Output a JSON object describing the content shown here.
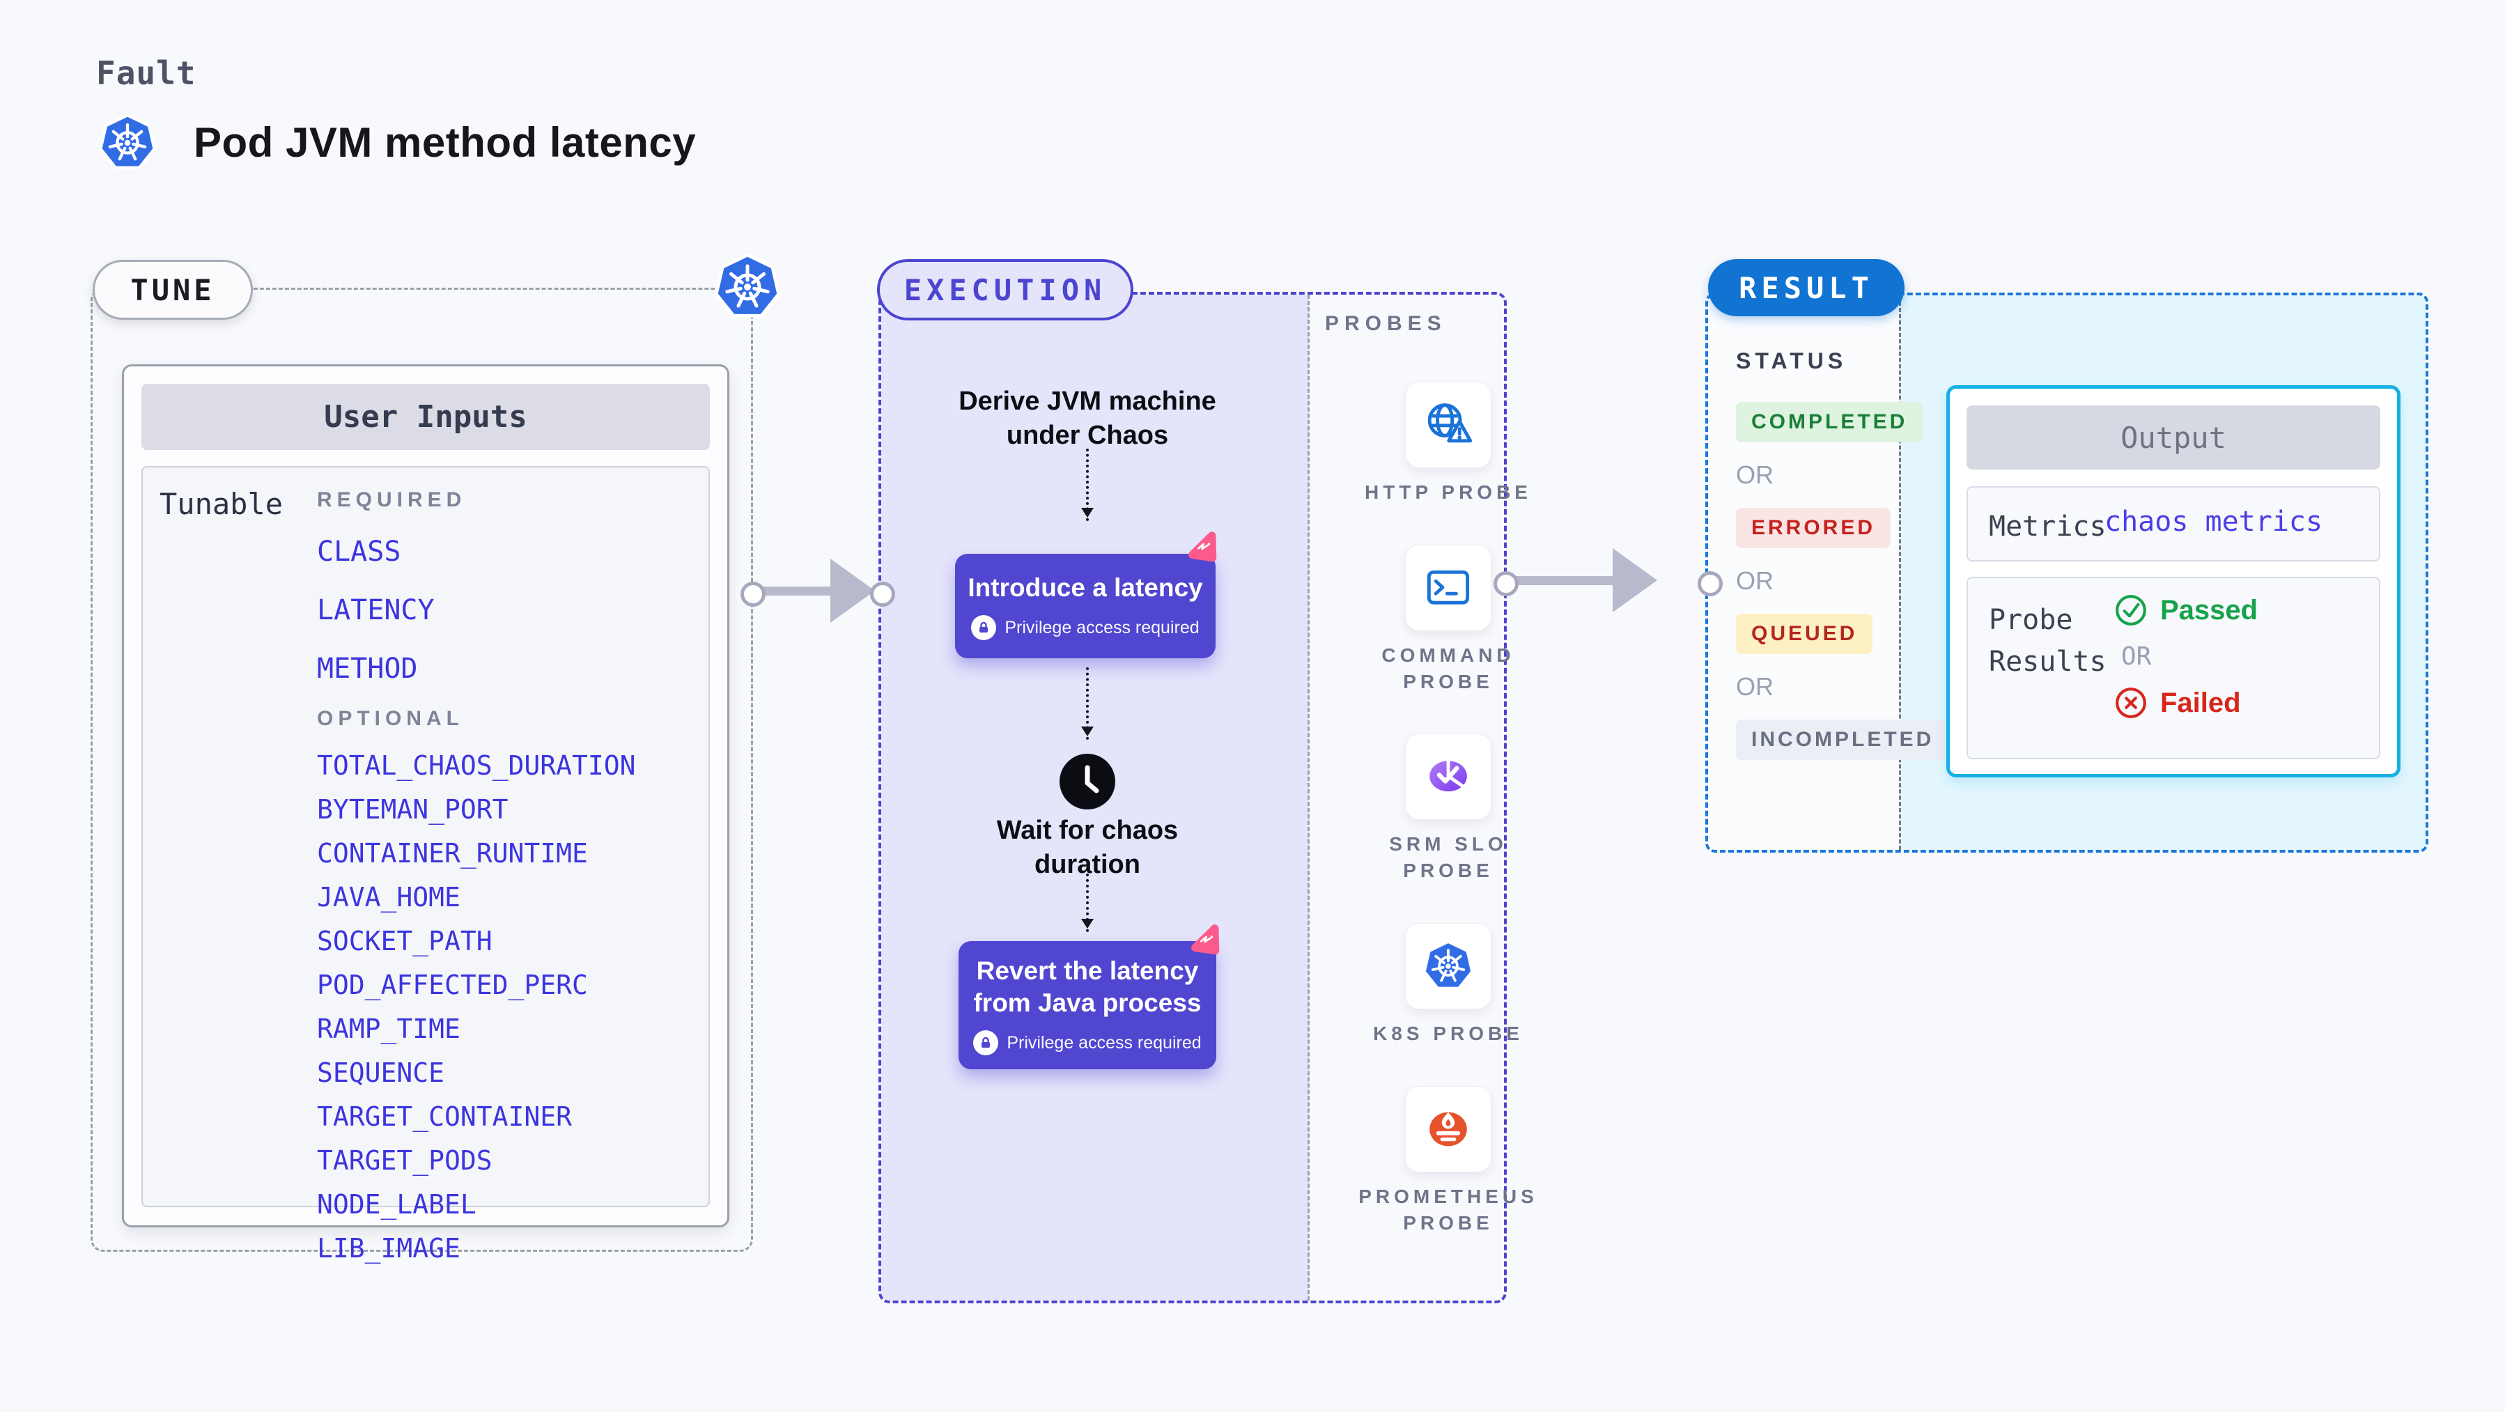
{
  "header": {
    "eyebrow": "Fault",
    "title": "Pod JVM method latency"
  },
  "tune": {
    "pill": "TUNE",
    "card_title": "User Inputs",
    "row_label": "Tunable",
    "required_label": "REQUIRED",
    "optional_label": "OPTIONAL",
    "required_items": [
      "CLASS",
      "LATENCY",
      "METHOD"
    ],
    "optional_items": [
      "TOTAL_CHAOS_DURATION",
      "BYTEMAN_PORT",
      "CONTAINER_RUNTIME",
      "JAVA_HOME",
      "SOCKET_PATH",
      "POD_AFFECTED_PERC",
      "RAMP_TIME",
      "SEQUENCE",
      "TARGET_CONTAINER",
      "TARGET_PODS",
      "NODE_LABEL",
      "LIB_IMAGE"
    ]
  },
  "execution": {
    "pill": "EXECUTION",
    "step1_line1": "Derive JVM machine",
    "step1_line2": "under Chaos",
    "action1": "Introduce a latency",
    "privilege": "Privilege access required",
    "wait_line1": "Wait for chaos",
    "wait_line2": "duration",
    "action2_line1": "Revert the latency",
    "action2_line2": "from Java process"
  },
  "probes": {
    "label": "PROBES",
    "items": [
      {
        "name": "HTTP PROBE",
        "icon": "globe-warning-icon"
      },
      {
        "name": "COMMAND PROBE",
        "icon": "terminal-icon"
      },
      {
        "name": "SRM SLO PROBE",
        "icon": "slo-pie-icon"
      },
      {
        "name": "K8S PROBE",
        "icon": "kubernetes-icon"
      },
      {
        "name": "PROMETHEUS PROBE",
        "icon": "prometheus-flame-icon"
      }
    ]
  },
  "result": {
    "pill": "RESULT",
    "status_label": "STATUS",
    "or_label": "OR",
    "statuses": [
      "COMPLETED",
      "ERRORED",
      "QUEUED",
      "INCOMPLETED"
    ],
    "output": {
      "title": "Output",
      "metrics_label": "Metrics",
      "metrics_value": "chaos metrics",
      "probe_results_label": "Probe Results",
      "passed": "Passed",
      "or_label": "OR",
      "failed": "Failed"
    }
  },
  "colors": {
    "page_bg": "#f8f9fc",
    "kubernetes_blue": "#326ce5",
    "execution_indigo": "#4c45cf",
    "execution_bg": "#e4e4fb",
    "action_button": "#5046d0",
    "chaos_pink": "#fa5b8b",
    "result_blue": "#1173d2",
    "result_border": "#1878dc",
    "output_cyan_border": "#15b1e3",
    "result_bg_cyan": "#e4f6fd",
    "tunable_link": "#3c35de",
    "metrics_value": "#4a3fe6",
    "probe_icon_blue": "#1a73d8",
    "slo_purple": "#7c3aed",
    "prometheus_orange": "#e6522c",
    "completed": {
      "text": "#1b7f37",
      "bg": "#def3e0"
    },
    "errored": {
      "text": "#c5221f",
      "bg": "#fbe5e4"
    },
    "queued": {
      "text": "#b3271d",
      "bg": "#fdf0c5"
    },
    "incompleted": {
      "text": "#697083",
      "bg": "#eceef5"
    },
    "passed_green": "#16a34a",
    "failed_red": "#d7271d",
    "arrow_gray": "#b8b9cc"
  }
}
